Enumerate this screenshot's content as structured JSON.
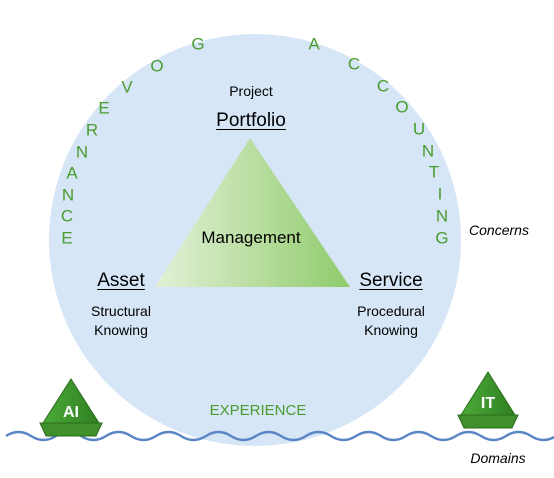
{
  "arc_left": {
    "letters": [
      "G",
      "O",
      "V",
      "E",
      "R",
      "N",
      "A",
      "N",
      "C",
      "E"
    ]
  },
  "arc_right": {
    "letters": [
      "A",
      "C",
      "C",
      "O",
      "U",
      "N",
      "T",
      "I",
      "N",
      "G"
    ]
  },
  "top": {
    "project": "Project",
    "portfolio": "Portfolio"
  },
  "center": {
    "label": "Management"
  },
  "left": {
    "title": "Asset",
    "line1": "Structural",
    "line2": "Knowing"
  },
  "right": {
    "title": "Service",
    "line1": "Procedural",
    "line2": "Knowing"
  },
  "bottom": {
    "experience": "EXPERIENCE"
  },
  "side_labels": {
    "concerns": "Concerns",
    "domains": "Domains"
  },
  "buoys": {
    "left": "AI",
    "right": "IT"
  },
  "colors": {
    "circle_fill": "#d6e6f7",
    "accent_green": "#4a9c2e",
    "buoy_green": "#3f9a2f",
    "wave_blue": "#5b86c5"
  }
}
